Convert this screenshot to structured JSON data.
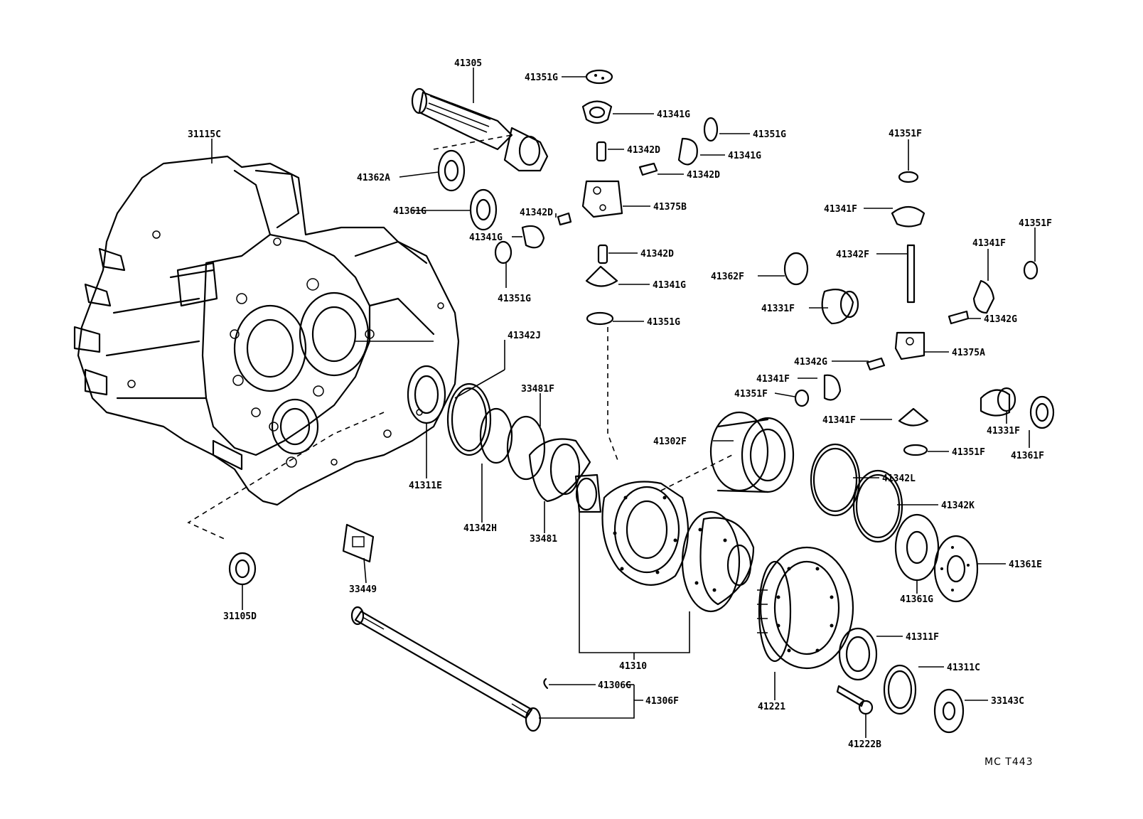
{
  "labels": {
    "p41305": "41305",
    "p41351G_a": "41351G",
    "p41341G_a": "41341G",
    "p41351G_b": "41351G",
    "p41342D_a": "41342D",
    "p41341G_b": "41341G",
    "p41342D_b": "41342D",
    "p31115C": "31115C",
    "p41362A": "41362A",
    "p41361G_a": "41361G",
    "p41342D_c": "41342D",
    "p41375B": "41375B",
    "p41341G_c": "41341G",
    "p41342D_d": "41342D",
    "p41351G_c": "41351G",
    "p41341G_d": "41341G",
    "p41351G_d": "41351G",
    "p41351F_a": "41351F",
    "p41341F_a": "41341F",
    "p41351F_b": "41351F",
    "p41342F": "41342F",
    "p41341F_b": "41341F",
    "p41362F": "41362F",
    "p41331F_a": "41331F",
    "p41342G_a": "41342G",
    "p41342J": "41342J",
    "p41375A": "41375A",
    "p41342G_b": "41342G",
    "p33481F": "33481F",
    "p41341F_c": "41341F",
    "p41351F_c": "41351F",
    "p41302F": "41302F",
    "p41341F_d": "41341F",
    "p41331F_b": "41331F",
    "p41351F_d": "41351F",
    "p41361F": "41361F",
    "p41311E": "41311E",
    "p41342L": "41342L",
    "p41342K": "41342K",
    "p41342H": "41342H",
    "p33481": "33481",
    "p41361E": "41361E",
    "p41361G_b": "41361G",
    "p33449": "33449",
    "p31105D": "31105D",
    "p41311F": "41311F",
    "p41310": "41310",
    "p41311C": "41311C",
    "p41306G": "41306G",
    "p41306F": "41306F",
    "p33143C": "33143C",
    "p41221": "41221",
    "p41222B": "41222B"
  },
  "diagram_code": "MC T443"
}
